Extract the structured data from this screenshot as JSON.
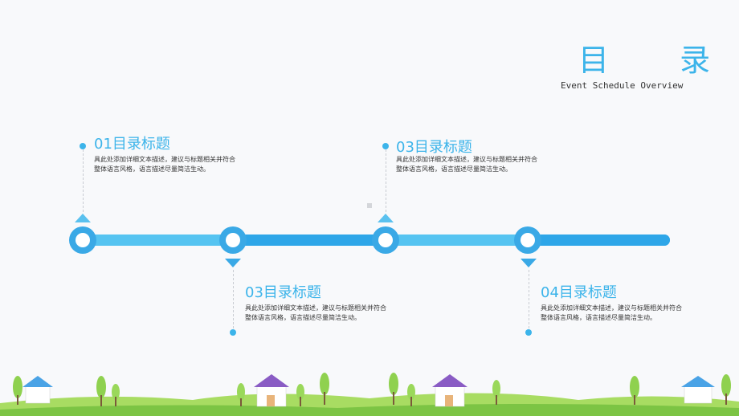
{
  "header": {
    "title": "目 录",
    "subtitle": "Event Schedule Overview"
  },
  "items": [
    {
      "title": "01目录标题",
      "desc": "具此处添加详细文本描述，建议与标题相关并符合整体语言风格，语言描述尽量简洁生动。"
    },
    {
      "title": "03目录标题",
      "desc": "具此处添加详细文本描述，建议与标题相关并符合整体语言风格，语言描述尽量简洁生动。"
    },
    {
      "title": "03目录标题",
      "desc": "具此处添加详细文本描述，建议与标题相关并符合整体语言风格，语言描述尽量简洁生动。"
    },
    {
      "title": "04目录标题",
      "desc": "具此处添加详细文本描述，建议与标题相关并符合整体语言风格，语言描述尽量简洁生动。"
    }
  ],
  "colors": {
    "accent": "#3cb4ea",
    "timeline_light": "#56c4f1",
    "timeline_dark": "#2ea6e8",
    "grass": "#8fd14f"
  }
}
